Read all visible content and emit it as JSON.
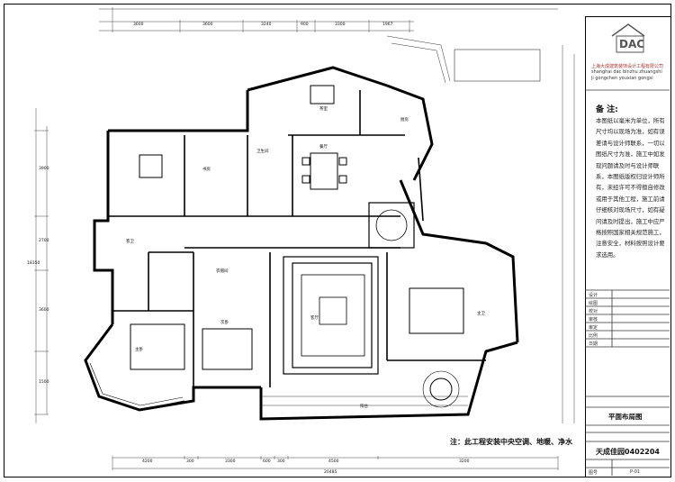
{
  "drawing": {
    "logo_text": "DAC",
    "company_cn": "上海大成建筑装饰设计工程有限公司",
    "company_en_1": "shanghai dac binzhu zhuangshi",
    "company_en_2": "ji gongchen youxian gongsi",
    "notes_title": "备  注:",
    "notes_body": "本图纸以毫米为单位，所有尺寸均以现场为准，如有误差请与设计师联系，一切以图纸尺寸为准，施工中如发现问题请及时与设计师联系，本图纸版权归设计师所有，未经许可不得擅自修改或用于其他工程，施工前请仔细核对现场尺寸，如有疑问请及时提出，施工中应严格按照国家相关规范施工，注意安全，材料按照设计要求选用。",
    "sheet_title": "平面布局图",
    "project_name": "天成佳园0402204",
    "sheet_no": "P-01",
    "note_bottom": "注：此工程安装中央空调、地暖、净水",
    "dims_top": [
      "3600",
      "3600",
      "3240",
      "900",
      "3300",
      "1967"
    ],
    "dims_bottom": [
      "4200",
      "300",
      "3300",
      "600",
      "300",
      "4500",
      "3200"
    ],
    "dim_total_bottom": "20485",
    "dims_left": [
      "3900",
      "2700",
      "3600",
      "1500"
    ],
    "dim_total_left": "18350",
    "room_labels": [
      "主卧",
      "次卧",
      "书房",
      "餐厅",
      "客厅",
      "厨房",
      "客卫",
      "主卫",
      "阳台",
      "衣帽间",
      "卫生间",
      "茶室"
    ],
    "titleblock_labels": [
      "设计",
      "绘图",
      "校对",
      "审核",
      "审定",
      "比例",
      "日期",
      "图号"
    ]
  }
}
